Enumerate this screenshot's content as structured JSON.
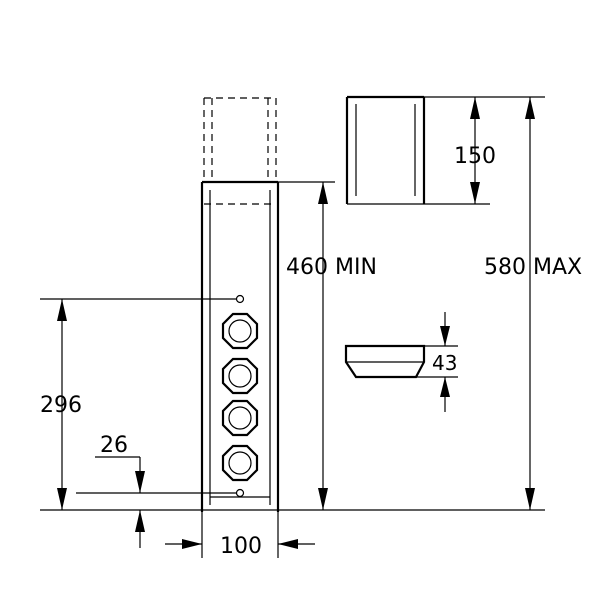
{
  "dimensions": {
    "base_height": "296",
    "socket_offset": "26",
    "column_width": "100",
    "min_height": "460 MIN",
    "max_height": "580 MAX",
    "cap_height": "150",
    "base_cap_height": "43"
  }
}
